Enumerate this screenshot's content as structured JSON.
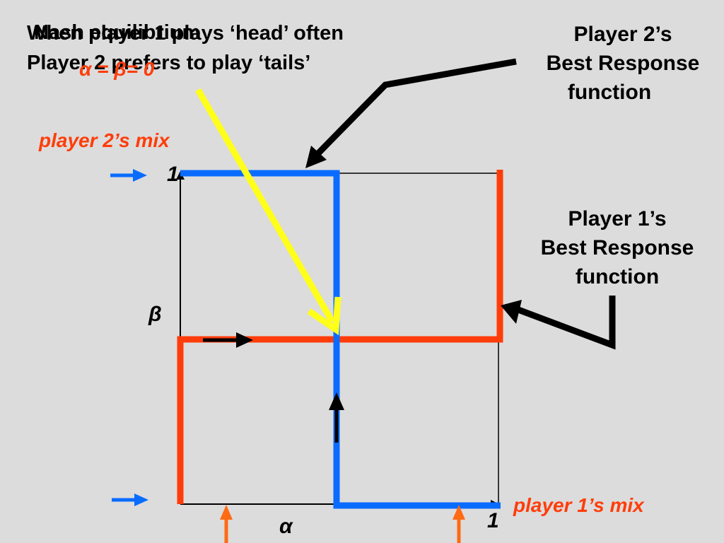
{
  "texts": {
    "headline_line1": "When player 1 plays ‘head’ often",
    "headline_line2": "Player 2 prefers to play ‘tails’",
    "nash_title": "Nash equilibrium",
    "nash_condition": "α = β= 0",
    "p2_best_response": [
      "Player 2’s",
      "Best Response",
      "function"
    ],
    "p1_best_response": [
      "Player 1’s",
      "Best Response",
      "function"
    ],
    "player2_mix": "player 2’s mix",
    "player1_mix": "player 1’s mix",
    "y_axis_label": "β",
    "x_axis_label": "α",
    "y_tick": "1",
    "x_tick": "1"
  },
  "colors": {
    "background": "#dcdcdc",
    "player1_curve": "#ff3d0a",
    "player2_curve": "#0a6cff",
    "highlight_arrow": "#ffff1a",
    "orange_arrow": "#ff6a14",
    "text_black": "#000000"
  }
}
